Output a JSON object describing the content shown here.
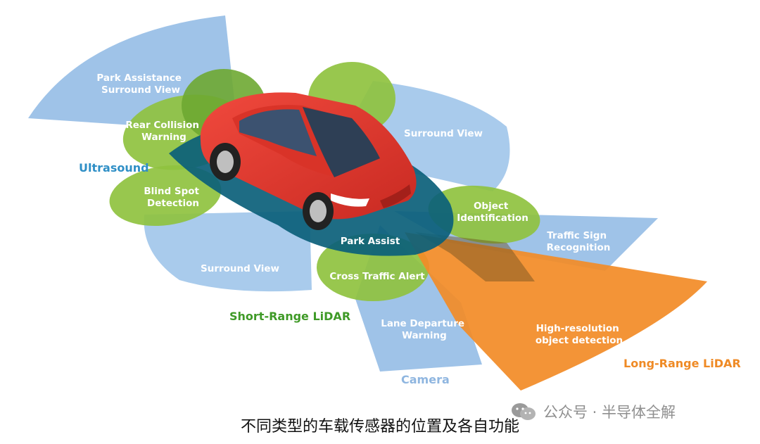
{
  "colors": {
    "ultrasound": "#3aa5dc",
    "short_range_lidar": "#4aa12a",
    "camera": "#9fc3e8",
    "long_range_lidar": "#f28c28",
    "car_body": "#e8352b",
    "zone_text": "#ffffff"
  },
  "categories": {
    "ultrasound": "Ultrasound",
    "short_range_lidar": "Short-Range LiDAR",
    "camera": "Camera",
    "long_range_lidar": "Long-Range LiDAR"
  },
  "zones": {
    "park_assistance": [
      "Park Assistance",
      "Surround View"
    ],
    "rear_collision": [
      "Rear Collision",
      "Warning"
    ],
    "surround_view_right": [
      "Surround View"
    ],
    "blind_spot": [
      "Blind Spot",
      "Detection"
    ],
    "object_identification": [
      "Object",
      "Identification"
    ],
    "park_assist": [
      "Park Assist"
    ],
    "traffic_sign": [
      "Traffic Sign",
      "Recognition"
    ],
    "surround_view_left": [
      "Surround View"
    ],
    "cross_traffic": [
      "Cross Traffic Alert"
    ],
    "lane_departure": [
      "Lane Departure",
      "Warning"
    ],
    "high_resolution": [
      "High-resolution",
      "object detection"
    ]
  },
  "caption": "不同类型的车载传感器的位置及各自功能",
  "watermark": {
    "text": "公众号 · 半导体全解",
    "icon": "wechat-icon"
  }
}
